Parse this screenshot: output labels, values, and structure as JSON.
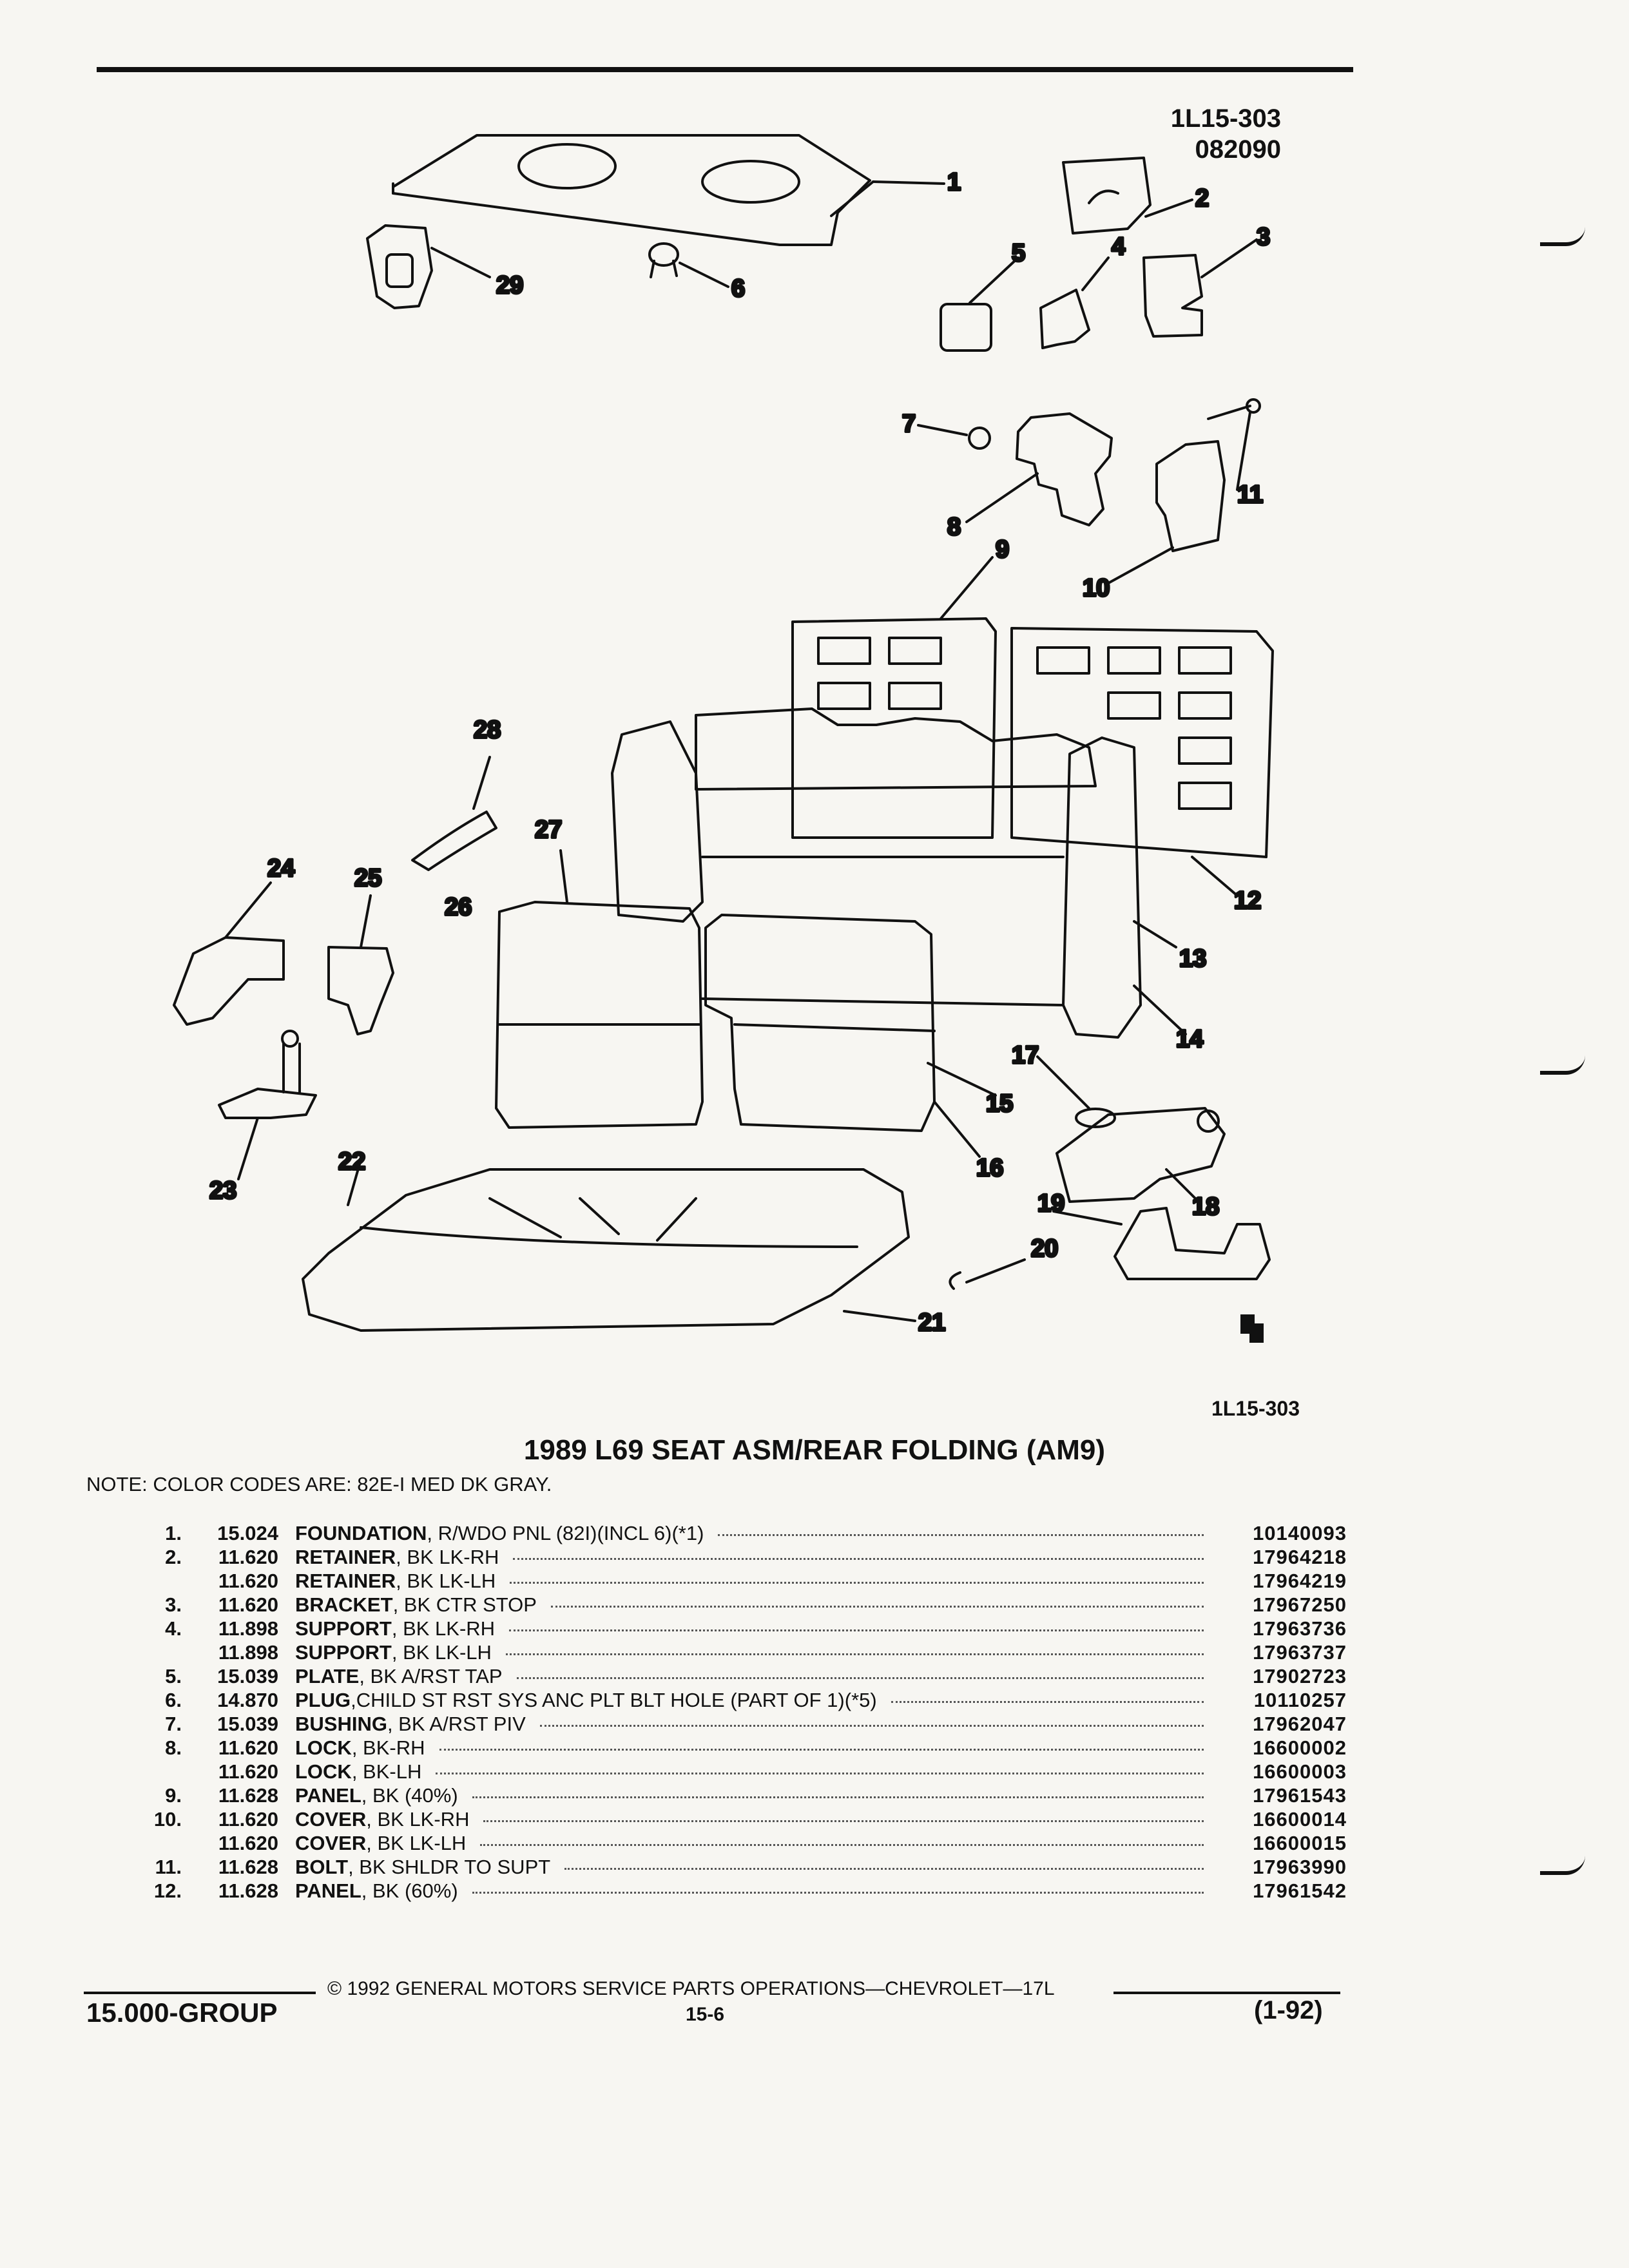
{
  "header": {
    "figure_code": "1L15-303",
    "date_code": "082090"
  },
  "diagram": {
    "callouts": [
      "1",
      "2",
      "3",
      "4",
      "5",
      "6",
      "7",
      "8",
      "9",
      "10",
      "11",
      "12",
      "13",
      "14",
      "15",
      "16",
      "17",
      "18",
      "19",
      "20",
      "21",
      "22",
      "23",
      "24",
      "25",
      "26",
      "27",
      "28",
      "29"
    ],
    "figure_ref": "1L15-303",
    "brand_mark": "chevrolet-mark-icon"
  },
  "catalog": {
    "title": "1989 L69 SEAT ASM/REAR FOLDING (AM9)",
    "note": "NOTE:  COLOR CODES ARE: 82E-I MED DK GRAY."
  },
  "parts": [
    {
      "num": "1.",
      "code": "15.024",
      "name": "FOUNDATION",
      "desc": ", R/WDO PNL (82I)(INCL 6)(*1)",
      "pn": "10140093"
    },
    {
      "num": "2.",
      "code": "11.620",
      "name": "RETAINER",
      "desc": ", BK LK-RH",
      "pn": "17964218"
    },
    {
      "num": "",
      "code": "11.620",
      "name": "RETAINER",
      "desc": ", BK LK-LH",
      "pn": "17964219"
    },
    {
      "num": "3.",
      "code": "11.620",
      "name": "BRACKET",
      "desc": ", BK CTR STOP",
      "pn": "17967250"
    },
    {
      "num": "4.",
      "code": "11.898",
      "name": "SUPPORT",
      "desc": ", BK LK-RH",
      "pn": "17963736"
    },
    {
      "num": "",
      "code": "11.898",
      "name": "SUPPORT",
      "desc": ", BK LK-LH",
      "pn": "17963737"
    },
    {
      "num": "5.",
      "code": "15.039",
      "name": "PLATE",
      "desc": ", BK A/RST TAP",
      "pn": "17902723"
    },
    {
      "num": "6.",
      "code": "14.870",
      "name": "PLUG",
      "desc": ",CHILD ST RST SYS ANC PLT BLT HOLE (PART OF 1)(*5)",
      "pn": "10110257"
    },
    {
      "num": "7.",
      "code": "15.039",
      "name": "BUSHING",
      "desc": ", BK A/RST PIV",
      "pn": "17962047"
    },
    {
      "num": "8.",
      "code": "11.620",
      "name": "LOCK",
      "desc": ", BK-RH",
      "pn": "16600002"
    },
    {
      "num": "",
      "code": "11.620",
      "name": "LOCK",
      "desc": ", BK-LH",
      "pn": "16600003"
    },
    {
      "num": "9.",
      "code": "11.628",
      "name": "PANEL",
      "desc": ", BK (40%)",
      "pn": "17961543"
    },
    {
      "num": "10.",
      "code": "11.620",
      "name": "COVER",
      "desc": ", BK LK-RH",
      "pn": "16600014"
    },
    {
      "num": "",
      "code": "11.620",
      "name": "COVER",
      "desc": ", BK LK-LH",
      "pn": "16600015"
    },
    {
      "num": "11.",
      "code": "11.628",
      "name": "BOLT",
      "desc": ", BK SHLDR TO SUPT",
      "pn": "17963990"
    },
    {
      "num": "12.",
      "code": "11.628",
      "name": "PANEL",
      "desc": ", BK (60%)",
      "pn": "17961542"
    }
  ],
  "footer": {
    "copyright": "©  1992  GENERAL MOTORS SERVICE PARTS OPERATIONS—CHEVROLET—17L",
    "group": "15.000-GROUP",
    "page": "15-6",
    "revision": "(1-92)"
  }
}
